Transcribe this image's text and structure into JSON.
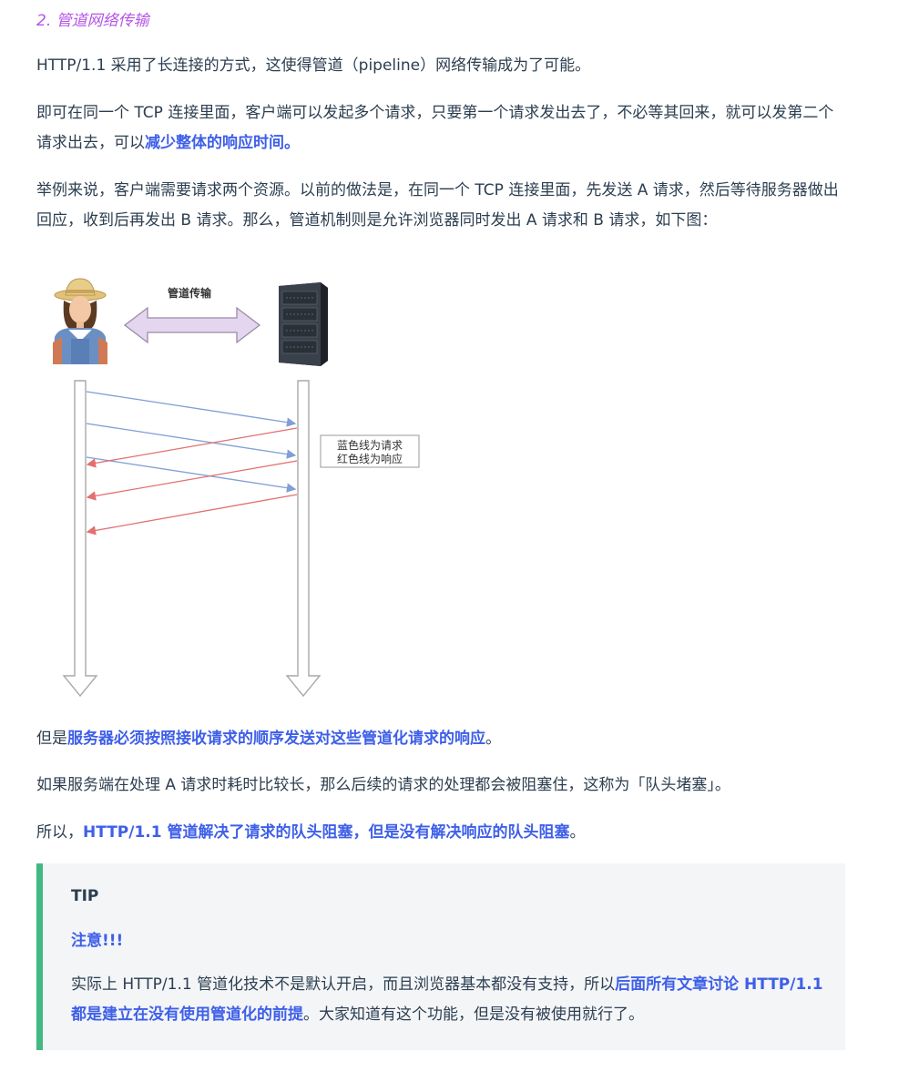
{
  "heading": "2. 管道网络传输",
  "p1": "HTTP/1.1 采用了长连接的方式，这使得管道（pipeline）网络传输成为了可能。",
  "p2": {
    "text": "即可在同一个 TCP 连接里面，客户端可以发起多个请求，只要第一个请求发出去了，不必等其回来，就可以发第二个请求出去，可以",
    "strong": "减少整体的响应时间。"
  },
  "p3": "举例来说，客户端需要请求两个资源。以前的做法是，在同一个 TCP 连接里面，先发送 A 请求，然后等待服务器做出回应，收到后再发出 B 请求。那么，管道机制则是允许浏览器同时发出 A 请求和 B 请求，如下图：",
  "diagram": {
    "title": "管道传输",
    "legend_line1": "蓝色线为请求",
    "legend_line2": "红色线为响应",
    "colors": {
      "request": "#7f9fd6",
      "response": "#e36f6f",
      "arrow_fill": "#e4d6ef",
      "arrow_stroke": "#9a8aa8"
    }
  },
  "p4": {
    "prefix": "但是",
    "strong": "服务器必须按照接收请求的顺序发送对这些管道化请求的响应",
    "suffix": "。"
  },
  "p5": "如果服务端在处理 A 请求时耗时比较长，那么后续的请求的处理都会被阻塞住，这称为「队头堵塞」。",
  "p6": {
    "prefix": "所以，",
    "strong": "HTTP/1.1 管道解决了请求的队头阻塞，但是没有解决响应的队头阻塞",
    "suffix": "。"
  },
  "tip": {
    "title": "TIP",
    "note": "注意!!!",
    "body_prefix": "实际上 HTTP/1.1 管道化技术不是默认开启，而且浏览器基本都没有支持，所以",
    "body_strong": "后面所有文章讨论 HTTP/1.1 都是建立在没有使用管道化的前提",
    "body_suffix": "。大家知道有这个功能，但是没有被使用就行了。"
  }
}
